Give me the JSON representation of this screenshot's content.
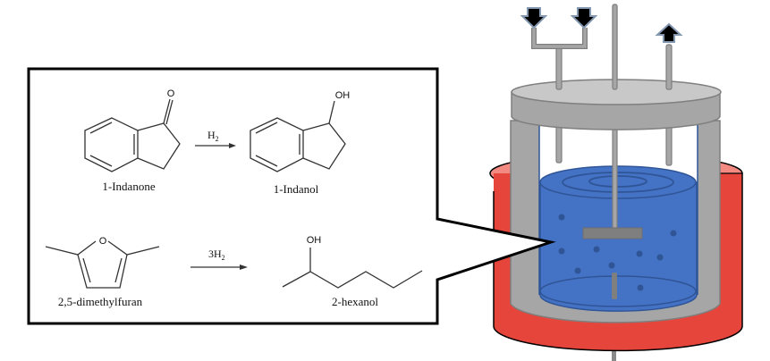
{
  "reactions": [
    {
      "reactant": "1-Indanone",
      "reactant_atom": "O",
      "reagent": "H",
      "reagent_sub": "2",
      "product": "1-Indanol",
      "product_atom": "OH"
    },
    {
      "reactant": "2,5-dimethylfuran",
      "reactant_atom": "O",
      "reagent": "3H",
      "reagent_sub": "2",
      "product": "2-hexanol",
      "product_atom": "OH"
    }
  ],
  "reactor": {
    "inlet_arrows": [
      "down-arrow",
      "down-arrow"
    ],
    "outlet_arrow": "up-arrow",
    "colors": {
      "heater": "#e5453a",
      "heater_top": "#f28a82",
      "vessel": "#a6a6a6",
      "lid_top": "#c8c8c8",
      "liquid": "#4472c4",
      "liquid_edge": "#2f5597",
      "arrow_fill": "#000000",
      "arrow_edge": "#8497b0"
    }
  }
}
